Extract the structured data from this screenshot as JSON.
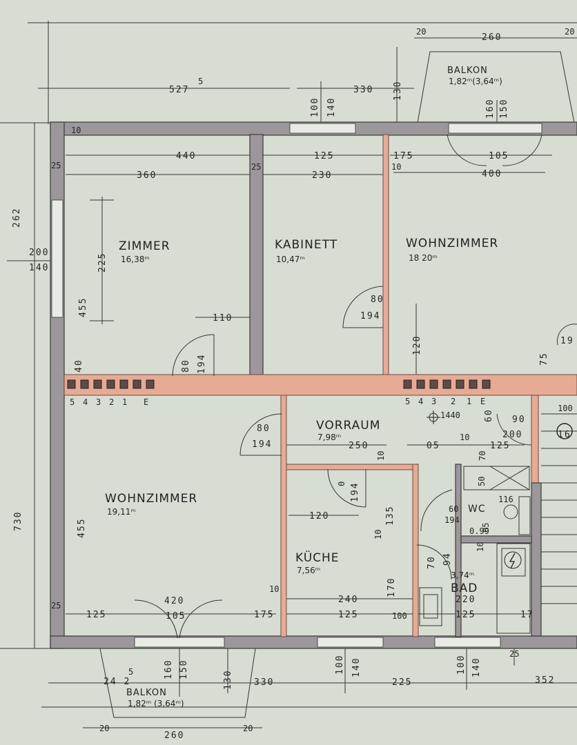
{
  "rooms": {
    "zimmer": {
      "name": "ZIMMER",
      "area": "16,38ᵐ"
    },
    "kabinett": {
      "name": "KABINETT",
      "area": "10,47ᵐ"
    },
    "wohn_top": {
      "name": "WOHNZIMMER",
      "area": "18 20ᵐ"
    },
    "vorraum": {
      "name": "VORRAUM",
      "area": "7,98ᵐ"
    },
    "wohn_bot": {
      "name": "WOHNZIMMER",
      "area": "19,11ᵐ"
    },
    "kueche": {
      "name": "KÜCHE",
      "area": "7,56ᵐ"
    },
    "bad": {
      "name": "BAD",
      "area": "3,74ᵐ"
    },
    "wc": {
      "name": "WC"
    }
  },
  "balcony_top": {
    "name": "BALKON",
    "area": "1,82ᵐ(3,64ᵐ)"
  },
  "balcony_bottom": {
    "name": "BALKON",
    "area": "1,82ᵐ (3,64ᵐ)"
  },
  "dims": {
    "d527": "527",
    "d5a": "5",
    "d330a": "330",
    "d100a": "100",
    "d140a": "140",
    "d130a": "130",
    "d20a": "20",
    "d260a": "260",
    "d20b": "20",
    "d160a": "160",
    "d150a": "150",
    "d440": "440",
    "d360": "360",
    "d125a": "125",
    "d230": "230",
    "d175a": "175",
    "d105a": "105",
    "d400": "400",
    "d10a": "10",
    "d10b": "10",
    "d25a": "25",
    "d25b": "25",
    "d262": "262",
    "d200": "200",
    "d140b": "140",
    "d225a": "225",
    "d455a": "455",
    "d110": "110",
    "d80a": "80",
    "d194a": "194",
    "d80b": "80",
    "d194b": "194",
    "d120a": "120",
    "d75": "75",
    "d40": "40",
    "d19": "19",
    "e5": "5",
    "e4": "4",
    "e3": "3",
    "e2": "2",
    "e1": "1",
    "eE": "E",
    "f5": "5",
    "f4": "4",
    "f3": "3",
    "f2": "2",
    "f1": "1",
    "fE": "E",
    "d1440": "1440",
    "d60a": "60",
    "d90": "90",
    "d200b": "200",
    "d16": "16",
    "d100top": "100",
    "d80c": "80",
    "d194c": "194",
    "d250": "250",
    "d05": "05",
    "d10c": "10",
    "d125b": "125",
    "d70a": "70",
    "d10d": "10",
    "d0": "0",
    "d194d": "194",
    "d120b": "120",
    "d135": "135",
    "d50": "50",
    "d116": "116",
    "d60b": "60",
    "d194e": "194",
    "d099": "0.99",
    "d05b": "05",
    "d10e": "10",
    "d70b": "70",
    "d94": "94",
    "d10f": "10",
    "d170": "170",
    "d730": "730",
    "d455b": "455",
    "d420": "420",
    "d25c": "25",
    "d125c": "125",
    "d105b": "105",
    "d175b": "175",
    "d10g": "10",
    "d240": "240",
    "d125d": "125",
    "d100b": "100",
    "d220": "220",
    "d125e": "125",
    "d17": "17",
    "d25d": "25",
    "d242": "24 2",
    "d5b": "5",
    "d160b": "160",
    "d150b": "150",
    "d130b": "130",
    "d330b": "330",
    "d100c": "100",
    "d140c": "140",
    "d225b": "225",
    "d352": "352",
    "d20c": "20",
    "d260b": "260",
    "d20d": "20"
  }
}
